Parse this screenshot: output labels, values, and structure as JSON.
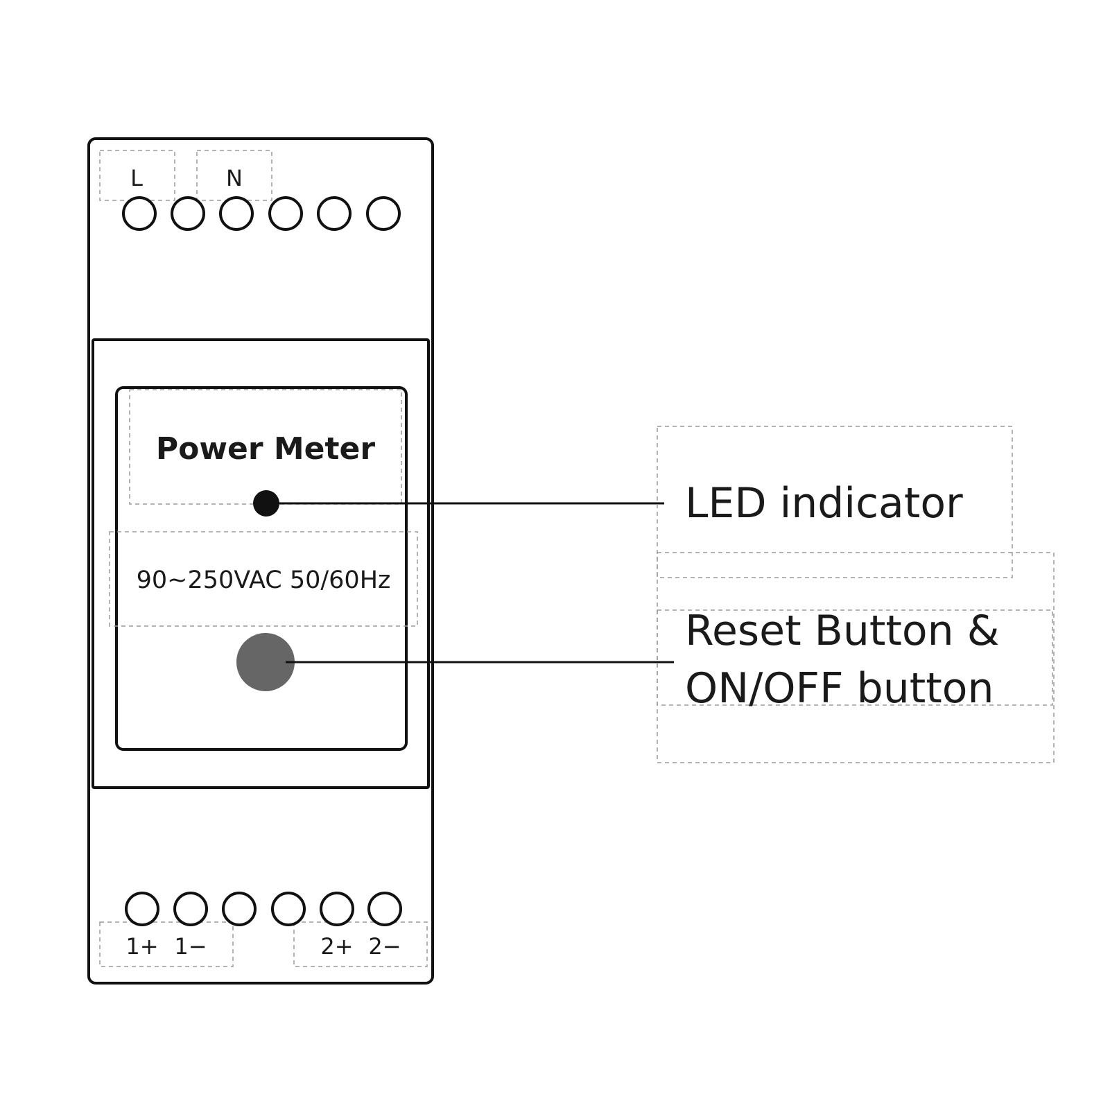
{
  "device": {
    "title": "Power Meter",
    "spec": "90~250VAC 50/60Hz"
  },
  "top_terminals": {
    "label_l": "L",
    "label_n": "N"
  },
  "bottom_terminals": {
    "label_1p": "1+",
    "label_1m": "1−",
    "label_2p": "2+",
    "label_2m": "2−"
  },
  "callouts": {
    "led": "LED indicator",
    "reset_line1": "Reset Button &",
    "reset_line2": "ON/OFF button"
  },
  "colors": {
    "outline": "#111111",
    "led": "#111111",
    "button": "#666666",
    "dashed_guides": "#9a9a9a"
  }
}
